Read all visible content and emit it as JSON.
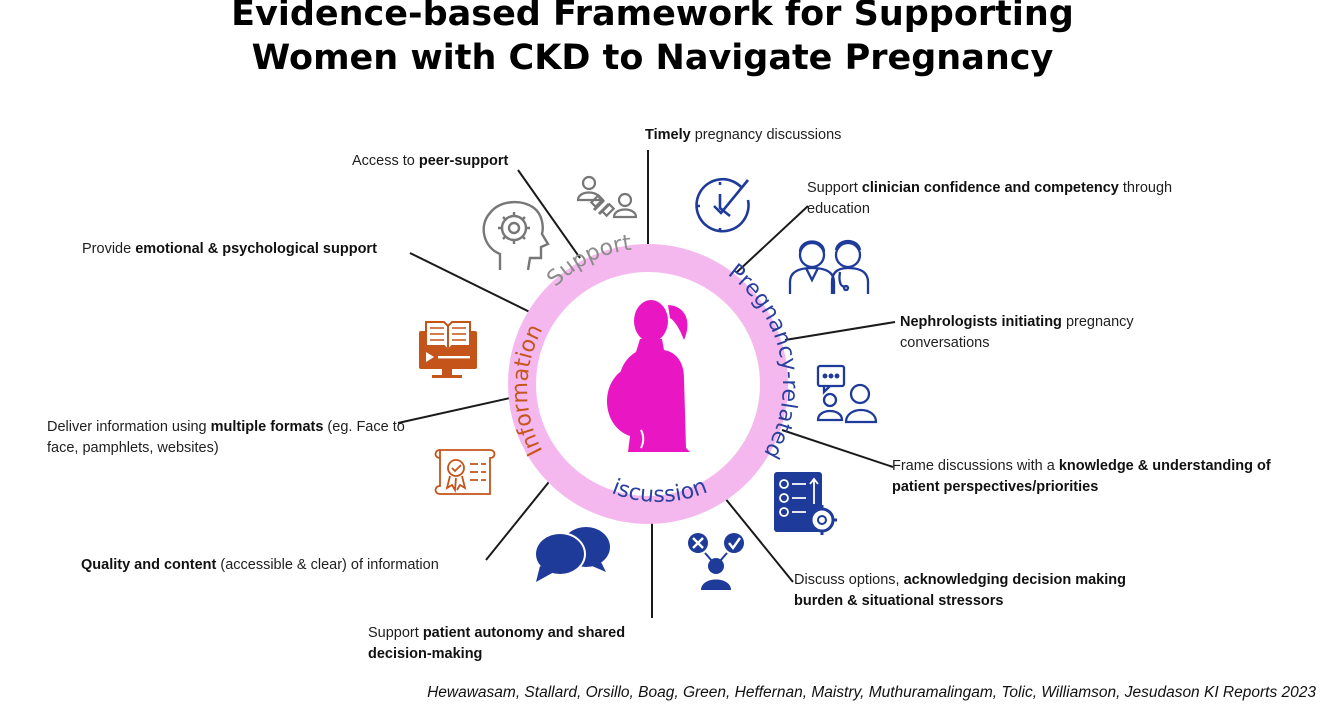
{
  "title": {
    "line1": "Evidence-based Framework for Supporting",
    "line2": "Women with CKD to Navigate Pregnancy"
  },
  "ring": {
    "support": "Support",
    "pregnancy_related": "Pregnancy-related",
    "discussions": "discussions",
    "information": "Information"
  },
  "colors": {
    "ring": "#F5B8EE",
    "ring_inner": "#F7CDF2",
    "silhouette": "#E817C3",
    "support_text": "#8C8C8C",
    "pregnancy_text": "#2A3F9E",
    "information_text": "#C5561C",
    "grey_icon": "#777777",
    "blue_icon": "#1F3B9A",
    "orange_icon": "#C4541A"
  },
  "labels": {
    "peer": {
      "pre": "Access to ",
      "bold": "peer-support",
      "post": ""
    },
    "timely": {
      "bold": "Timely",
      "post": " pregnancy discussions"
    },
    "clinician": {
      "pre": "Support ",
      "bold": "clinician confidence and competency",
      "post": " through education"
    },
    "emotional": {
      "pre": "Provide ",
      "bold": "emotional & psychological support"
    },
    "nephro": {
      "bold": "Nephrologists initiating",
      "post": " pregnancy conversations"
    },
    "formats": {
      "pre": "Deliver information using ",
      "bold": "multiple formats",
      "post": " (eg. Face to face, pamphlets, websites)"
    },
    "frame": {
      "pre": "Frame discussions with a ",
      "bold": "knowledge & understanding of patient perspectives/priorities"
    },
    "quality": {
      "bold": "Quality and content",
      "post": " (accessible & clear) of information"
    },
    "options": {
      "pre": "Discuss options, ",
      "bold": "acknowledging decision making burden & situational stressors"
    },
    "autonomy": {
      "pre": "Support ",
      "bold": "patient autonomy and shared decision-making"
    }
  },
  "icons": {
    "peer": "peer-support-people-icon",
    "head": "head-gears-icon",
    "clock": "clock-check-icon",
    "doctors": "doctors-icon",
    "chat_people": "chat-people-icon",
    "checklist": "checklist-gear-icon",
    "decision": "decision-person-icon",
    "chat": "speech-bubbles-icon",
    "certificate": "certificate-icon",
    "book": "book-screen-icon",
    "silhouette": "pregnant-woman-icon"
  },
  "citation": "Hewawasam, Stallard, Orsillo, Boag, Green, Heffernan, Maistry, Muthuramalingam, Tolic, Williamson, Jesudason KI Reports 2023"
}
